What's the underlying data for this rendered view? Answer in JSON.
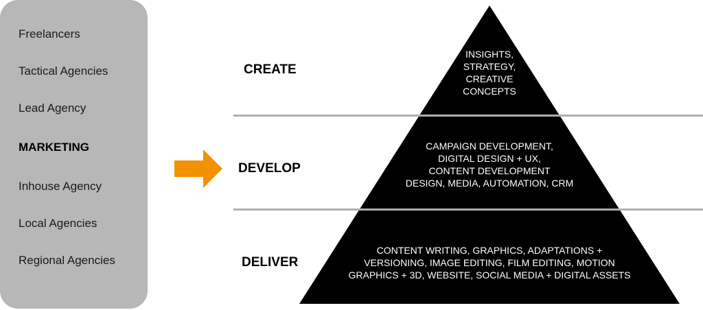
{
  "sidebar": {
    "items": [
      {
        "label": "Freelancers",
        "bold": false
      },
      {
        "label": "Tactical Agencies",
        "bold": false
      },
      {
        "label": "Lead Agency",
        "bold": false
      },
      {
        "label": "MARKETING",
        "bold": true
      },
      {
        "label": "Inhouse Agency",
        "bold": false
      },
      {
        "label": "Local Agencies",
        "bold": false
      },
      {
        "label": "Regional Agencies",
        "bold": false
      }
    ]
  },
  "arrow": {
    "icon": "right-arrow-icon",
    "color": "#f39200"
  },
  "levels": {
    "create": {
      "label": "CREATE",
      "lines": [
        "INSIGHTS,",
        "STRATEGY,",
        "CREATIVE",
        "CONCEPTS"
      ]
    },
    "develop": {
      "label": "DEVELOP",
      "lines": [
        "CAMPAIGN DEVELOPMENT,",
        "DIGITAL DESIGN + UX,",
        "CONTENT DEVELOPMENT",
        "DESIGN, MEDIA, AUTOMATION, CRM"
      ]
    },
    "deliver": {
      "label": "DELIVER",
      "lines": [
        "CONTENT WRITING, GRAPHICS, ADAPTATIONS +",
        "VERSIONING, IMAGE EDITING, FILM EDITING, MOTION",
        "GRAPHICS + 3D, WEBSITE, SOCIAL MEDIA + DIGITAL ASSETS"
      ]
    }
  },
  "colors": {
    "pyramid": "#000000",
    "panel": "#b7b7b7",
    "divider": "#b0b0b0"
  }
}
